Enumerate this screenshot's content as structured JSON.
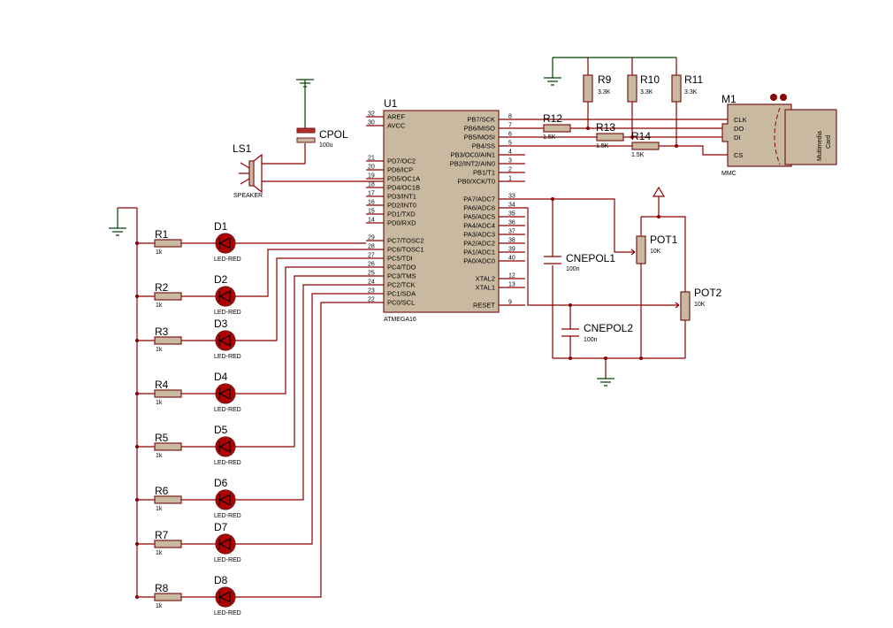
{
  "mcu": {
    "ref": "U1",
    "part": "ATMEGA16",
    "left_pins": [
      {
        "num": "32",
        "name": "AREF"
      },
      {
        "num": "30",
        "name": "AVCC"
      },
      {
        "num": "21",
        "name": "PD7/OC2"
      },
      {
        "num": "20",
        "name": "PD6/ICP"
      },
      {
        "num": "19",
        "name": "PD5/OC1A"
      },
      {
        "num": "18",
        "name": "PD4/OC1B"
      },
      {
        "num": "17",
        "name": "PD3/INT1"
      },
      {
        "num": "16",
        "name": "PD2/INT0"
      },
      {
        "num": "15",
        "name": "PD1/TXD"
      },
      {
        "num": "14",
        "name": "PD0/RXD"
      },
      {
        "num": "29",
        "name": "PC7/TOSC2"
      },
      {
        "num": "28",
        "name": "PC6/TOSC1"
      },
      {
        "num": "27",
        "name": "PC5/TDI"
      },
      {
        "num": "26",
        "name": "PC4/TDO"
      },
      {
        "num": "25",
        "name": "PC3/TMS"
      },
      {
        "num": "24",
        "name": "PC2/TCK"
      },
      {
        "num": "23",
        "name": "PC1/SDA"
      },
      {
        "num": "22",
        "name": "PC0/SCL"
      }
    ],
    "right_pins": [
      {
        "num": "8",
        "name": "PB7/SCK"
      },
      {
        "num": "7",
        "name": "PB6/MISO"
      },
      {
        "num": "6",
        "name": "PB5/MOSI"
      },
      {
        "num": "5",
        "name": "PB4/SS"
      },
      {
        "num": "4",
        "name": "PB3/OC0/AIN1"
      },
      {
        "num": "3",
        "name": "PB2/INT2/AIN0"
      },
      {
        "num": "2",
        "name": "PB1/T1"
      },
      {
        "num": "1",
        "name": "PB0/XCK/T0"
      },
      {
        "num": "33",
        "name": "PA7/ADC7"
      },
      {
        "num": "34",
        "name": "PA6/ADC6"
      },
      {
        "num": "35",
        "name": "PA5/ADC5"
      },
      {
        "num": "36",
        "name": "PA4/ADC4"
      },
      {
        "num": "37",
        "name": "PA3/ADC3"
      },
      {
        "num": "38",
        "name": "PA2/ADC2"
      },
      {
        "num": "39",
        "name": "PA1/ADC1"
      },
      {
        "num": "40",
        "name": "PA0/ADC0"
      },
      {
        "num": "12",
        "name": "XTAL2"
      },
      {
        "num": "13",
        "name": "XTAL1"
      },
      {
        "num": "9",
        "name": "RESET"
      }
    ]
  },
  "leds": [
    {
      "r_ref": "R1",
      "r_val": "1k",
      "d_ref": "D1",
      "d_val": "LED-RED"
    },
    {
      "r_ref": "R2",
      "r_val": "1k",
      "d_ref": "D2",
      "d_val": "LED-RED"
    },
    {
      "r_ref": "R3",
      "r_val": "1k",
      "d_ref": "D3",
      "d_val": "LED-RED"
    },
    {
      "r_ref": "R4",
      "r_val": "1k",
      "d_ref": "D4",
      "d_val": "LED-RED"
    },
    {
      "r_ref": "R5",
      "r_val": "1k",
      "d_ref": "D5",
      "d_val": "LED-RED"
    },
    {
      "r_ref": "R6",
      "r_val": "1k",
      "d_ref": "D6",
      "d_val": "LED-RED"
    },
    {
      "r_ref": "R7",
      "r_val": "1k",
      "d_ref": "D7",
      "d_val": "LED-RED"
    },
    {
      "r_ref": "R8",
      "r_val": "1k",
      "d_ref": "D8",
      "d_val": "LED-RED"
    }
  ],
  "cpol": {
    "ref": "CPOL",
    "val": "100u"
  },
  "speaker": {
    "ref": "LS1",
    "val": "SPEAKER"
  },
  "pullups": [
    {
      "ref": "R9",
      "val": "3.3K"
    },
    {
      "ref": "R10",
      "val": "3.3K"
    },
    {
      "ref": "R11",
      "val": "3.3K"
    }
  ],
  "series": [
    {
      "ref": "R12",
      "val": "1.5K"
    },
    {
      "ref": "R13",
      "val": "1.5K"
    },
    {
      "ref": "R14",
      "val": "1.5K"
    }
  ],
  "mmc": {
    "ref": "M1",
    "part": "MMC",
    "card_line1": "Multimedia",
    "card_line2": "Card",
    "pins": [
      "CLK",
      "DO",
      "DI",
      "CS"
    ]
  },
  "caps": [
    {
      "ref": "CNEPOL1",
      "val": "100n"
    },
    {
      "ref": "CNEPOL2",
      "val": "100n"
    }
  ],
  "pots": [
    {
      "ref": "POT1",
      "val": "10K"
    },
    {
      "ref": "POT2",
      "val": "10K"
    }
  ],
  "colors": {
    "wire": "#8b0000",
    "ground": "#004400",
    "body": "#c9b9a0",
    "led": "#b00000"
  }
}
